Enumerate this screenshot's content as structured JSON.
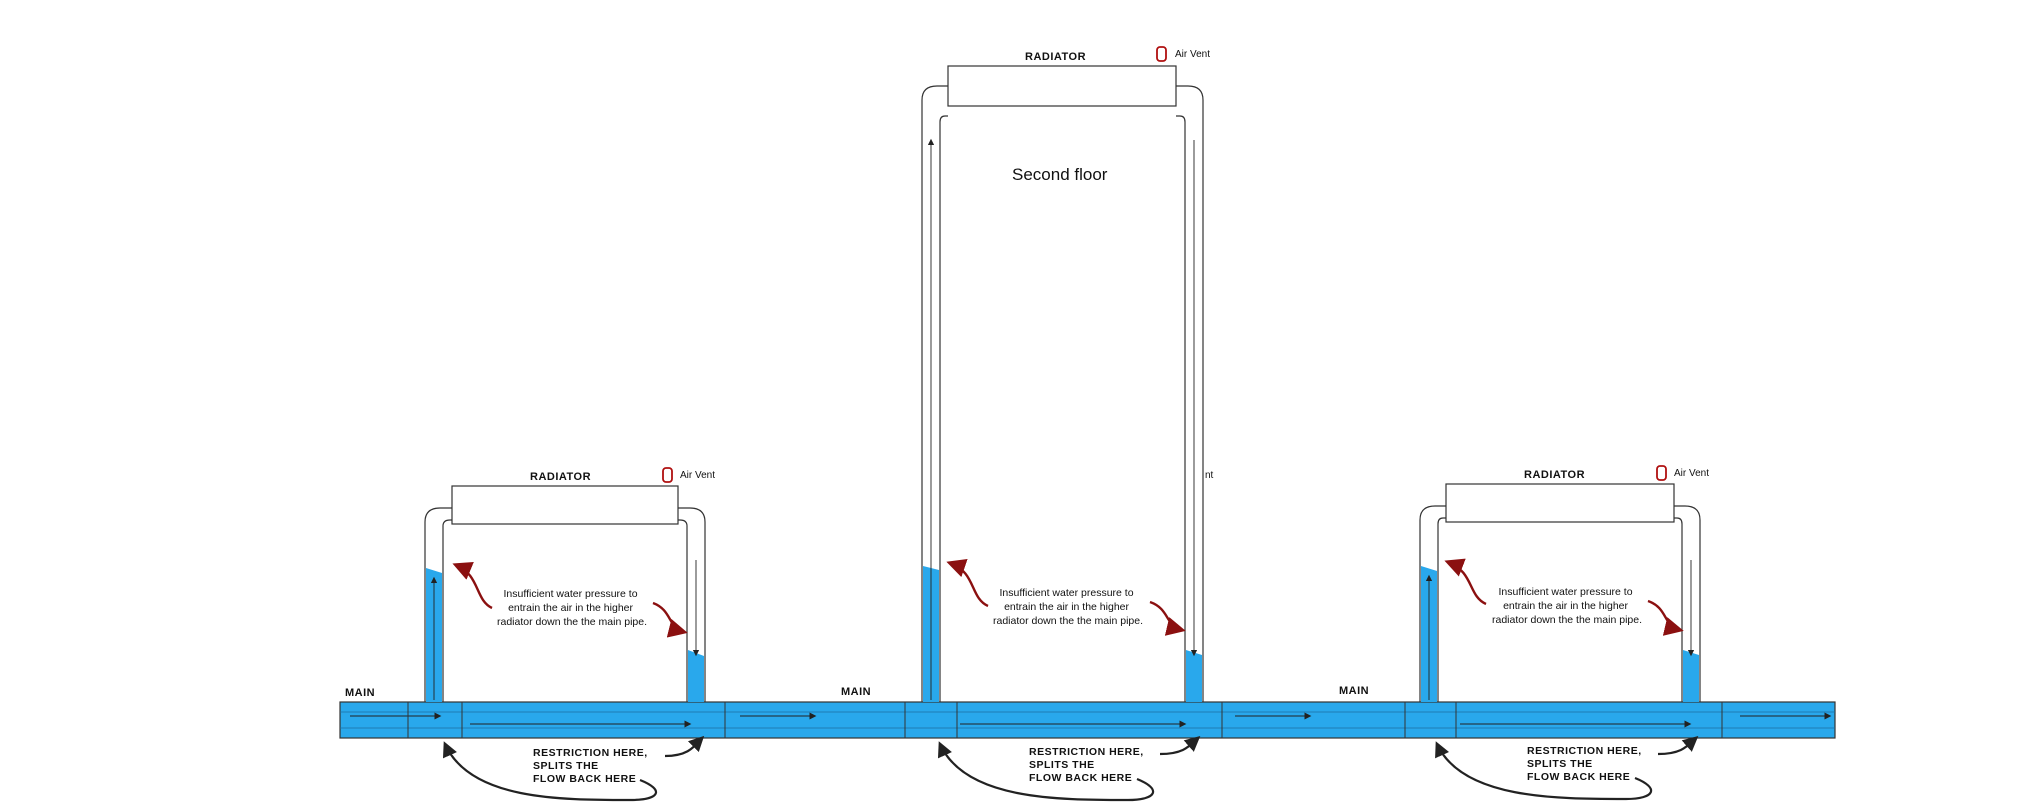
{
  "diagram": {
    "main_label": "MAIN",
    "top_unit": {
      "radiator_label": "RADIATOR",
      "vent_label": "Air Vent",
      "floor_label": "Second floor",
      "stray_label": "nt",
      "pressure_note": [
        "Insufficient water pressure to",
        "entrain the air in the higher",
        "radiator down the the main pipe."
      ],
      "restriction_note": [
        "RESTRICTION HERE,",
        "SPLITS THE",
        "FLOW BACK HERE"
      ]
    },
    "left_unit": {
      "radiator_label": "RADIATOR",
      "vent_label": "Air Vent",
      "pressure_note": [
        "Insufficient water pressure to",
        "entrain the air in the higher",
        "radiator down the the main pipe."
      ],
      "restriction_note": [
        "RESTRICTION HERE,",
        "SPLITS THE",
        "FLOW BACK HERE"
      ]
    },
    "right_unit": {
      "radiator_label": "RADIATOR",
      "vent_label": "Air Vent",
      "pressure_note": [
        "Insufficient water pressure to",
        "entrain the air in the higher",
        "radiator down the the main pipe."
      ],
      "restriction_note": [
        "RESTRICTION HERE,",
        "SPLITS THE",
        "FLOW BACK HERE"
      ]
    },
    "colors": {
      "water": "#29a8ec",
      "pipe_outline": "#333333",
      "vent": "#b01010",
      "note_arrow": "#8b1010",
      "flow_arrow": "#222222"
    }
  }
}
